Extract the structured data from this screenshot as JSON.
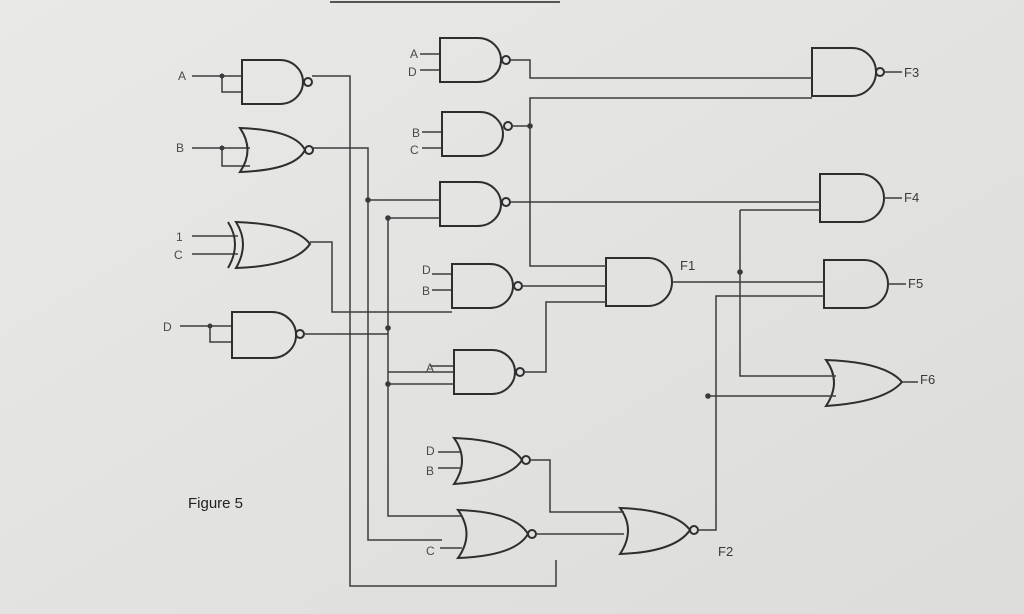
{
  "figure": {
    "caption": "Figure 5",
    "inputs": {
      "a": "A",
      "b": "B",
      "one": "1",
      "c": "C",
      "d": "D"
    },
    "gate_inputs": {
      "n1_a": "A",
      "n1_b": "D",
      "n2_a": "B",
      "n2_b": "C",
      "n4_a": "D",
      "n4_b": "B",
      "n5_a": "A",
      "or1_a": "D",
      "or1_b": "B",
      "nor2_b": "C"
    },
    "outputs": {
      "f1": "F1",
      "f2": "F2",
      "f3": "F3",
      "f4": "F4",
      "f5": "F5",
      "f6": "F6"
    }
  }
}
